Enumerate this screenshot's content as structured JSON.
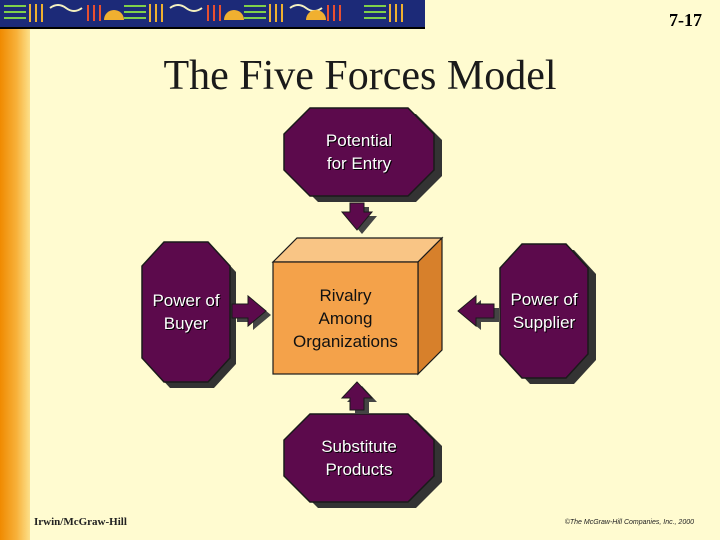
{
  "slide_number": "7-17",
  "title": "The Five Forces Model",
  "forces": {
    "top": "Potential\nfor Entry",
    "left": "Power of\nBuyer",
    "center": "Rivalry\nAmong\nOrganizations",
    "right": "Power of\nSupplier",
    "bottom": "Substitute\nProducts"
  },
  "footer": {
    "publisher": "Irwin/McGraw-Hill",
    "copyright": "©The McGraw-Hill Companies, Inc., 2000"
  },
  "colors": {
    "force_fill": "#5c0a4c",
    "center_front": "#f4a24a",
    "center_top": "#f9c585",
    "center_side": "#d7802b",
    "background": "#fffbd0",
    "banner": "#1c2a78"
  }
}
